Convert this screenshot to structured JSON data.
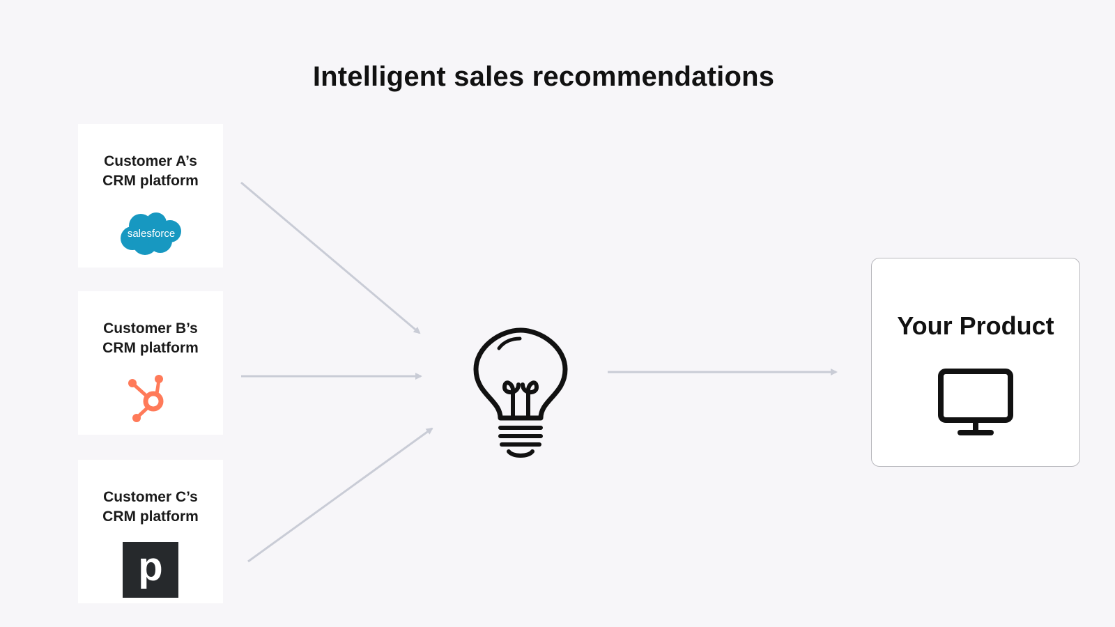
{
  "title": "Intelligent sales recommendations",
  "sources": [
    {
      "line1": "Customer A’s",
      "line2": "CRM platform",
      "logo_icon": "salesforce-logo",
      "logo_text": "salesforce",
      "logo_color": "#1798c1"
    },
    {
      "line1": "Customer B’s",
      "line2": "CRM platform",
      "logo_icon": "hubspot-logo",
      "logo_color": "#ff7a59"
    },
    {
      "line1": "Customer C’s",
      "line2": "CRM platform",
      "logo_icon": "pipedrive-logo",
      "logo_text": "p",
      "logo_color": "#26292c"
    }
  ],
  "hub": {
    "icon": "lightbulb-icon"
  },
  "target": {
    "label": "Your Product",
    "icon": "monitor-icon"
  },
  "colors": {
    "background": "#f7f6f9",
    "arrow": "#c9ccd6",
    "card": "#ffffff"
  }
}
